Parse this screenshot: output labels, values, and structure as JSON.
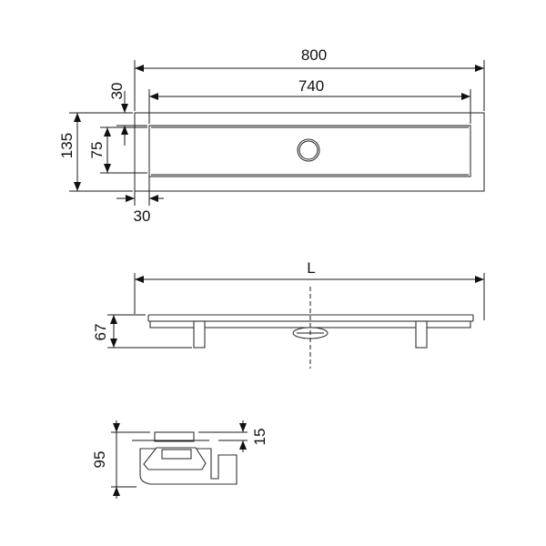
{
  "top_view": {
    "overall_length": "800",
    "grate_length": "740",
    "top_offset": "30",
    "overall_width": "135",
    "grate_width": "75",
    "side_offset": "30"
  },
  "side_view": {
    "length_label": "L",
    "height": "67"
  },
  "trap_view": {
    "height": "95",
    "grate_thickness": "15"
  }
}
